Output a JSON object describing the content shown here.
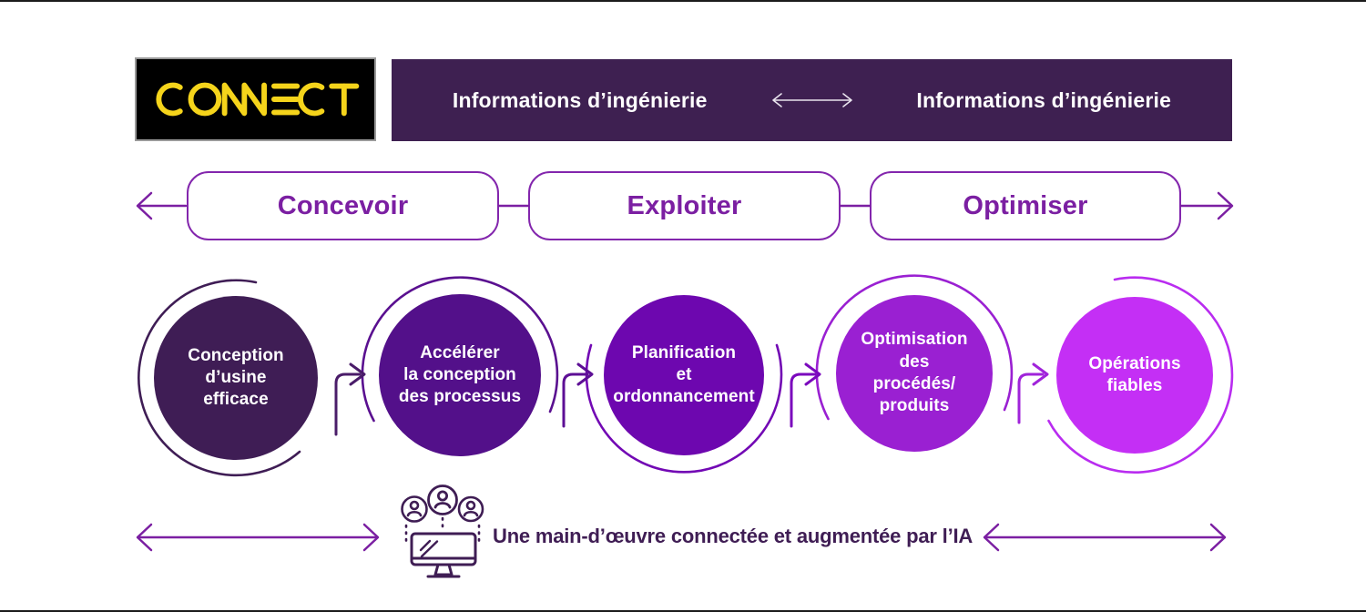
{
  "logo": {
    "text": "CONNECT",
    "bg": "#000000",
    "color": "#f5d41b"
  },
  "banner": {
    "bg": "#3e2051",
    "left_label": "Informations d’ingénierie",
    "right_label": "Informations d’ingénierie"
  },
  "stages": {
    "accent": "#7b1fa2",
    "items": [
      {
        "label": "Concevoir"
      },
      {
        "label": "Exploiter"
      },
      {
        "label": "Optimiser"
      }
    ]
  },
  "process": {
    "circles": [
      {
        "label": "Conception\nd’usine\nefficace",
        "color": "#3f1d55"
      },
      {
        "label": "Accélérer\nla conception\ndes processus",
        "color": "#53108a"
      },
      {
        "label": "Planification\net\nordonnancement",
        "color": "#6d07af"
      },
      {
        "label": "Optimisation\ndes\nprocédés/\nproduits",
        "color": "#9a20d2"
      },
      {
        "label": "Opérations\nfiables",
        "color": "#c42ff5"
      }
    ]
  },
  "footer": {
    "label": "Une main-d’œuvre connectée et augmentée par l’IA",
    "color": "#3f1d54"
  }
}
